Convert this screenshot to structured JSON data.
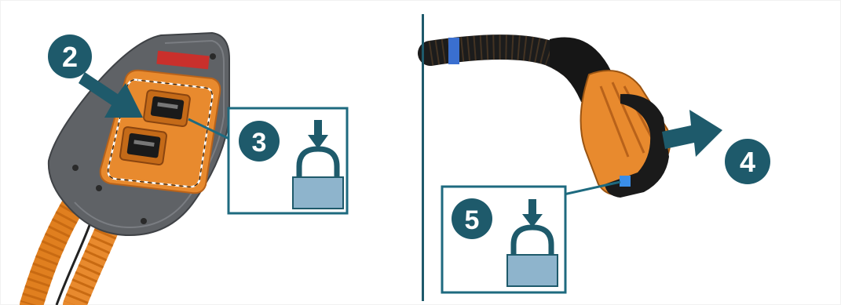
{
  "steps": {
    "step2": "2",
    "step3": "3",
    "step4": "4",
    "step5": "5"
  },
  "icons": {
    "lock": "padlock-with-down-arrow-icon",
    "arrow": "direction-arrow-icon"
  },
  "colors": {
    "badge": "#1e5a6b",
    "callout_border": "#1e6a7f",
    "lock_fill": "#8eb4cc",
    "connector_orange": "#e88a2e",
    "housing_gray": "#5f6266"
  }
}
